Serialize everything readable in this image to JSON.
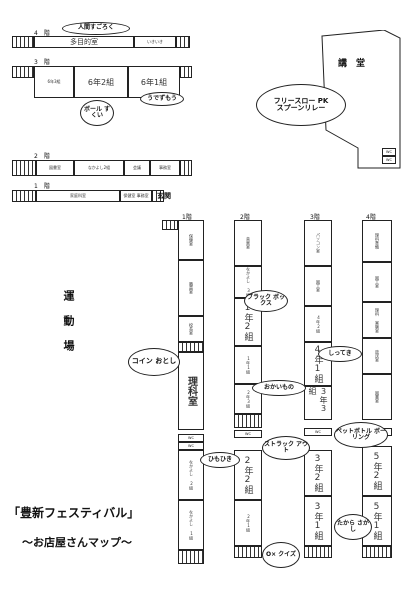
{
  "top_left": {
    "floor4": "4　階",
    "room_multi": "多目的室",
    "room_tiny": "いきいき",
    "bubble_ningen": "人間すごろく",
    "floor3": "3　階",
    "room_6_3": "6年3組",
    "room_6_2": "6年2組",
    "room_6_1": "6年1組",
    "bubble_ball": "ボール すくい",
    "bubble_ude": "うでずもう",
    "floor2": "2　階",
    "r2_a": "図書室",
    "r2_b": "なかよし2組",
    "r2_c": "会議",
    "r2_d": "事務室",
    "floor1": "1　階",
    "r1_a": "家庭科室",
    "r1_b": "保健室 事務室",
    "genkan": "玄関"
  },
  "kodo": {
    "label": "講　堂",
    "bubble": "フリースロー PK スプーンリレー",
    "wc1": "WC",
    "wc2": "WC"
  },
  "undojo": "運動場",
  "col_heads": [
    "1階",
    "2階",
    "3階",
    "4階"
  ],
  "col1": {
    "a": "保健室",
    "b": "職員室",
    "c": "校長室",
    "d": "理科室",
    "e": "なかよし 2組",
    "f": "なかよし 1組",
    "wc": "WC"
  },
  "col2": {
    "a": "音楽室",
    "b": "なかよし 3組",
    "c": "1年2組",
    "d": "1年1組",
    "e": "2年3組",
    "f": "2年2組",
    "g": "2年1組",
    "wc": "WC"
  },
  "col3": {
    "a": "パソコン室",
    "b": "図工室",
    "c": "4年2組",
    "d": "4年1組",
    "e": "3年3組",
    "f": "3年2組",
    "g": "3年1組",
    "wc": "WC"
  },
  "col4": {
    "a": "理科準備",
    "b": "図工室",
    "c": "理科 実験室",
    "d": "放送室",
    "e": "図書室",
    "f": "5年2組",
    "g": "5年1組",
    "wc": "WC"
  },
  "bubbles": {
    "black_box": "ブラック ボックス",
    "coin": "コイン おとし",
    "shiteki": "しってき",
    "okashi": "おかいもの",
    "himo": "ひもひき",
    "struck": "ストラック アウト",
    "pet": "ペットボトル ボーリング",
    "ox": "O× クイズ",
    "takara": "たから さがし"
  },
  "title": "「豊新フェスティバル」",
  "subtitle": "～お店屋さんマップ～"
}
